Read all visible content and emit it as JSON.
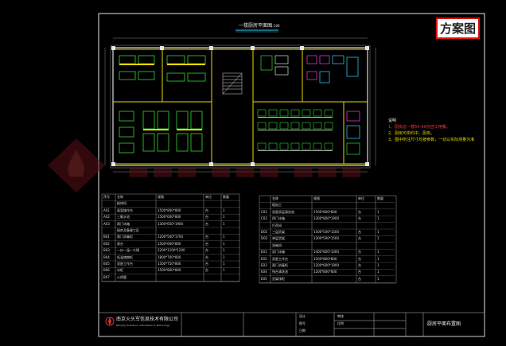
{
  "title": "一楼厨房平面图",
  "title_scale": "1:100",
  "badge": "方案图",
  "notes": {
    "heading": "说明",
    "lines": [
      "1、厨房总一楼50-60份自工用餐。",
      "2、厨房可供约中、厨务。",
      "3、图中所注尺寸均按参数，一切以实际测量为准"
    ]
  },
  "left_table": {
    "headers": [
      "序号",
      "名称",
      "规格",
      "单位",
      "数量"
    ],
    "rows": [
      [
        "",
        "糕饼间",
        "",
        "",
        ""
      ],
      [
        "A01",
        "面案操作台",
        "1500*800*800",
        "台",
        "1"
      ],
      [
        "A02",
        "三眼水池",
        "1500*600*800",
        "台",
        "1"
      ],
      [
        "A03",
        "两门冰箱",
        "1300*650*1900",
        "台",
        "1"
      ],
      [
        "",
        "厨房及备餐工区",
        "",
        "",
        ""
      ],
      [
        "B01",
        "两门消毒柜",
        "1200*500*1700",
        "台",
        "1"
      ],
      [
        "B02",
        "蒸台",
        "1500*600*800",
        "台",
        "1"
      ],
      [
        "B03",
        "一炒一温一大锅",
        "2200*1100*1200",
        "台",
        "1"
      ],
      [
        "B04",
        "低温储物柜",
        "1800*700*800",
        "台",
        "1"
      ],
      [
        "B05",
        "双星工作台",
        "1500*750*800",
        "台",
        "1"
      ],
      [
        "B06",
        "冰柜",
        "1500*800*800",
        "台",
        "1"
      ],
      [
        "B07",
        "火线管",
        "",
        "",
        ""
      ]
    ]
  },
  "right_table": {
    "headers": [
      "",
      "名称",
      "规格",
      "单位",
      "数量"
    ],
    "rows": [
      [
        "",
        "粗加工",
        "",
        "",
        ""
      ],
      [
        "C01",
        "双星双层清洗池",
        "1500*800*800",
        "台",
        "1"
      ],
      [
        "C02",
        "四门冰箱",
        "1300*800*1900",
        "台",
        "1"
      ],
      [
        "",
        "打荷间",
        "",
        "",
        ""
      ],
      [
        "D01",
        "三层货架",
        "1500*500*1500",
        "台",
        "1"
      ],
      [
        "D02",
        "单层货架",
        "1200*500*1500",
        "台",
        "1"
      ],
      [
        "",
        "洗碗间",
        "",
        "",
        ""
      ],
      [
        "E01",
        "双门冰箱",
        "1400*800*1000",
        "台",
        "1"
      ],
      [
        "E02",
        "双星工作台",
        "1500*800*800",
        "台",
        "1"
      ],
      [
        "E03",
        "两门消毒柜",
        "1200*600*1900",
        "台",
        "1"
      ],
      [
        "E04",
        "残台清洗池",
        "1200*800*800",
        "台",
        "1"
      ],
      [
        "E05",
        "货架排柜",
        "",
        "台",
        "1"
      ]
    ]
  },
  "company": {
    "name": "南京火头军信息技术有限公司",
    "name_en": "Nanjing Huotoujun Information & Technology"
  },
  "title_block": {
    "drawing_name": "厨房平面布置图",
    "labels": [
      "设计",
      "审核",
      "图号",
      "比例",
      "日期"
    ]
  },
  "icons": [
    "compass-logo-icon",
    "stair-icon"
  ]
}
